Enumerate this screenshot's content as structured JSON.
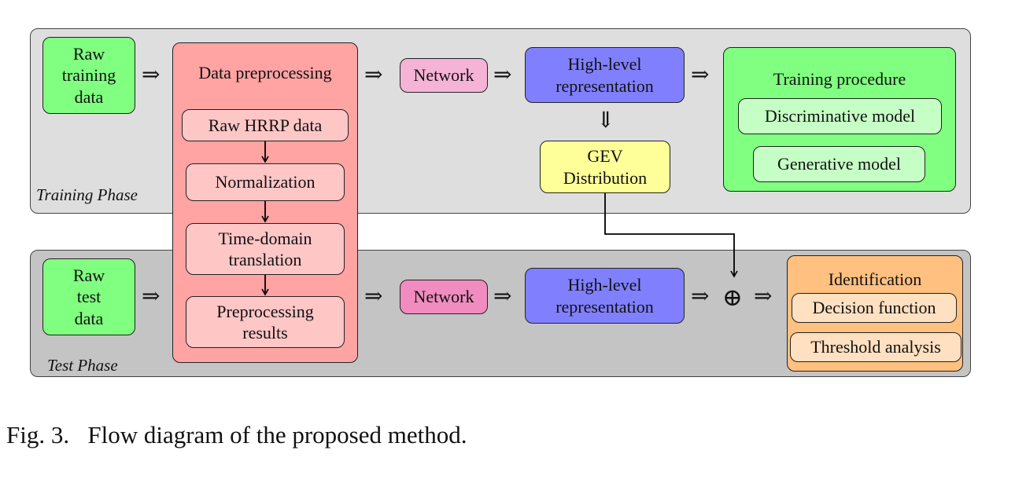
{
  "phases": {
    "training_label": "Training Phase",
    "test_label": "Test Phase"
  },
  "nodes": {
    "raw_training": "Raw\ntraining\ndata",
    "raw_test": "Raw\ntest\ndata",
    "preprocessing_title": "Data preprocessing",
    "raw_hrrp": "Raw HRRP data",
    "normalization": "Normalization",
    "time_domain": "Time-domain\ntranslation",
    "preprocessing_results": "Preprocessing\nresults",
    "network_train": "Network",
    "network_test": "Network",
    "hlr_train": "High-level\nrepresentation",
    "hlr_test": "High-level\nrepresentation",
    "gev": "GEV\nDistribution",
    "training_procedure": "Training procedure",
    "discriminative": "Discriminative model",
    "generative": "Generative model",
    "identification": "Identification",
    "decision": "Decision function",
    "threshold": "Threshold analysis"
  },
  "symbols": {
    "implies": "⇒",
    "down_implies": "⇓",
    "oplus": "⊕"
  },
  "caption": "Fig. 3.   Flow diagram of the proposed method.",
  "colors": {
    "training_bg": "#dedede",
    "test_bg": "#c4c4c4",
    "green": "#80ff80",
    "preprocessing": "#ffa3a3",
    "network_train": "#f5b3d6",
    "network_test": "#f08cbf",
    "representation": "#8080ff",
    "gev": "#ffff99",
    "identification": "#ffc080"
  }
}
